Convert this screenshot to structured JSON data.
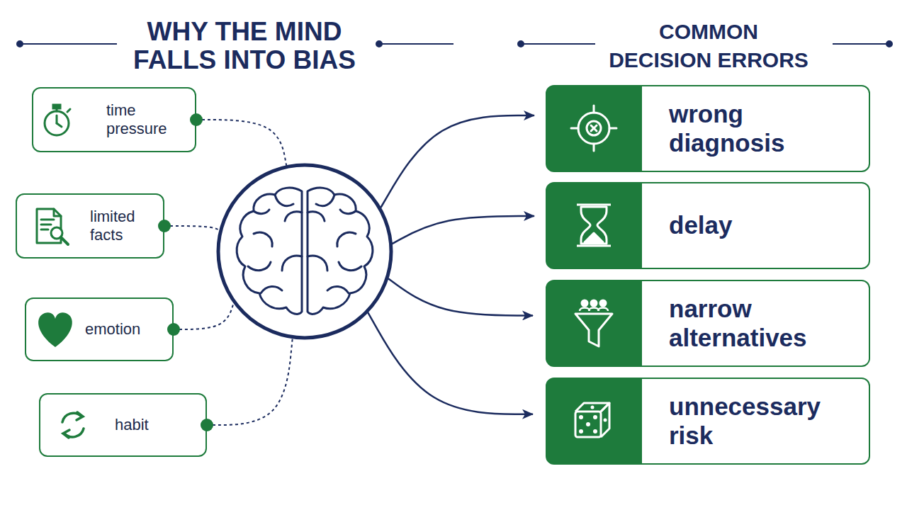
{
  "diagram": {
    "nodes": [
      {
        "text": [
          "time pressure"
        ]
      },
      {
        "text": [
          "limited facts"
        ]
      },
      {
        "text": [
          "emotion"
        ]
      },
      {
        "text": [
          "habit"
        ]
      },
      {
        "text": []
      },
      {
        "text": [
          "wrong diagnosis"
        ]
      },
      {
        "text": [
          "delay"
        ]
      },
      {
        "text": [
          "narrow alternatives"
        ]
      },
      {
        "text": [
          "unnecessary risk"
        ]
      }
    ],
    "edges": [
      {
        "from": 0,
        "to": 4,
        "arrow": "none"
      },
      {
        "from": 1,
        "to": 4,
        "arrow": "none"
      },
      {
        "from": 2,
        "to": 4,
        "arrow": "none"
      },
      {
        "from": 3,
        "to": 4,
        "arrow": "none"
      },
      {
        "from": 4,
        "to": 5,
        "arrow": "to"
      },
      {
        "from": 4,
        "to": 6,
        "arrow": "to"
      },
      {
        "from": 4,
        "to": 7,
        "arrow": "to"
      },
      {
        "from": 4,
        "to": 8,
        "arrow": "to"
      }
    ],
    "labels": [
      "WHY THE MIND FALLS INTO BIAS",
      "COMMON DECISION ERRORS"
    ]
  }
}
